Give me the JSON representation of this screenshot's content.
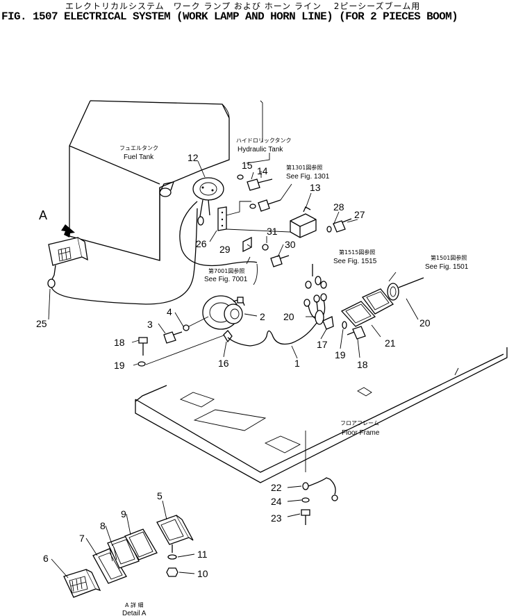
{
  "title": {
    "jp": "エレクトリカルシステム　ワーク ランプ および ホーン ライン　 2ピーシーズブーム用",
    "en": "FIG. 1507 ELECTRICAL SYSTEM (WORK LAMP AND HORN LINE) (FOR 2 PIECES BOOM)"
  },
  "labels": {
    "fuel_tank_jp": "フュエルタンク",
    "fuel_tank_en": "Fuel Tank",
    "hydraulic_tank_jp": "ハイドロリックタンク",
    "hydraulic_tank_en": "Hydraulic Tank",
    "ref_1301_jp": "第1301図参照",
    "ref_1301_en": "See Fig. 1301",
    "ref_1515_jp": "第1515図参照",
    "ref_1515_en": "See Fig. 1515",
    "ref_1501_jp": "第1501図参照",
    "ref_1501_en": "See Fig. 1501",
    "ref_7001_jp": "第7001図参照",
    "ref_7001_en": "See Fig. 7001",
    "floor_frame_jp": "フロアフレーム",
    "floor_frame_en": "Floor Frame",
    "detail_jp": "A 詳 細",
    "detail_en": "Detail A",
    "detail_marker": "A"
  },
  "callouts": [
    "1",
    "2",
    "3",
    "4",
    "5",
    "6",
    "7",
    "8",
    "9",
    "10",
    "11",
    "12",
    "13",
    "14",
    "15",
    "16",
    "17",
    "18",
    "18",
    "19",
    "19",
    "20",
    "20",
    "21",
    "22",
    "23",
    "24",
    "25",
    "26",
    "27",
    "28",
    "29",
    "30",
    "31"
  ]
}
